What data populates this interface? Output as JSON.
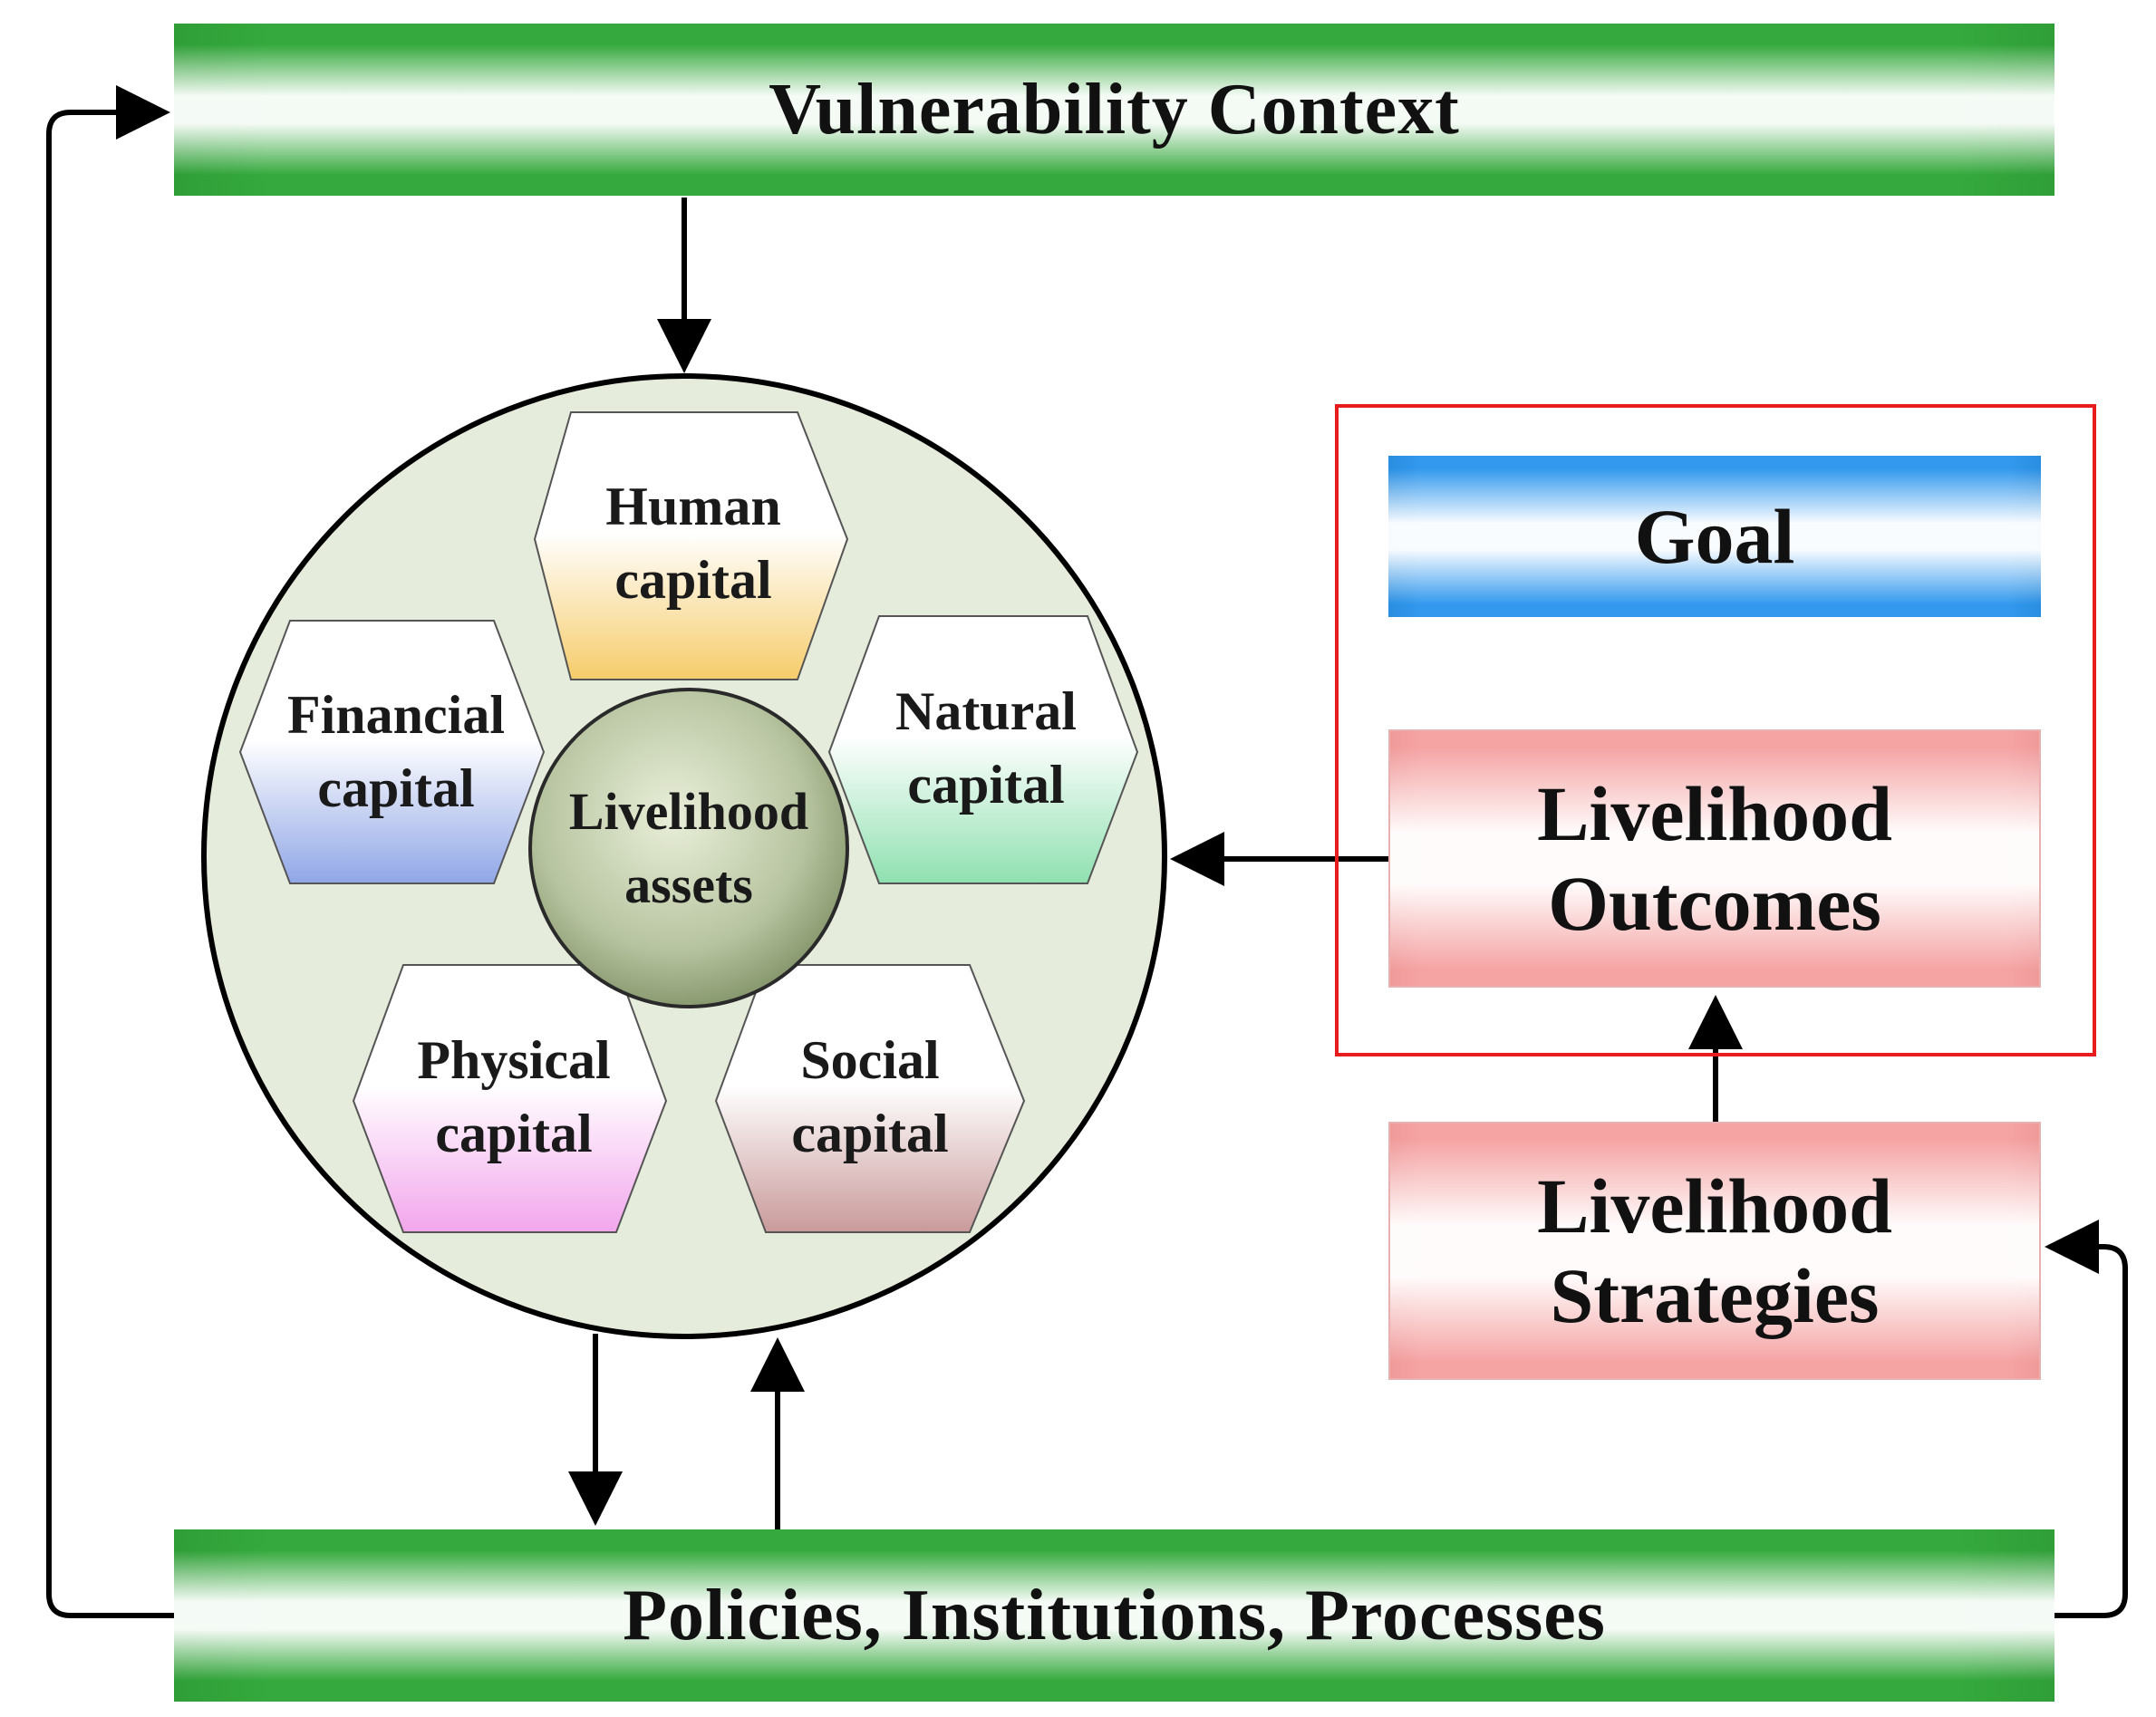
{
  "vulnerability_context": "Vulnerability Context",
  "policies": "Policies, Institutions, Processes",
  "goal": "Goal",
  "livelihood_outcomes": {
    "line1": "Livelihood",
    "line2": "Outcomes"
  },
  "livelihood_strategies": {
    "line1": "Livelihood",
    "line2": "Strategies"
  },
  "assets": {
    "center": "Livelihood\nassets",
    "hexagons": [
      {
        "id": "human",
        "label": "Human\ncapital",
        "color": "#f5cc6a"
      },
      {
        "id": "natural",
        "label": "Natural\ncapital",
        "color": "#8fe0b0"
      },
      {
        "id": "social",
        "label": "Social\ncapital",
        "color": "#c99a9a"
      },
      {
        "id": "physical",
        "label": "Physical\ncapital",
        "color": "#f2a6ec"
      },
      {
        "id": "financial",
        "label": "Financial\ncapital",
        "color": "#90a6e6"
      }
    ]
  },
  "colors": {
    "green": "#35a93d",
    "blue": "#3399ee",
    "pink": "#f5a3a3",
    "red_frame": "#e81c1c",
    "circle_fill": "#e6ecdc",
    "center_fill": "#aab892"
  }
}
